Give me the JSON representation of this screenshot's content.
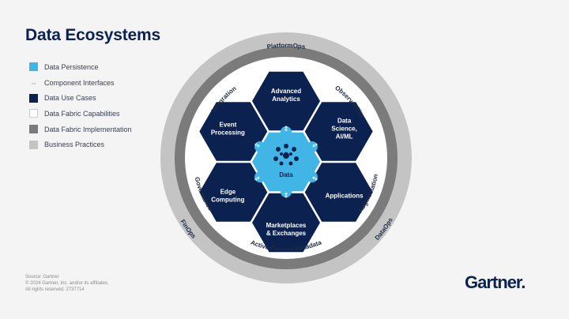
{
  "title": "Data Ecosystems",
  "legend": [
    {
      "label": "Data Persistence",
      "color": "#41b6e6",
      "icon": "square"
    },
    {
      "label": "Component Interfaces",
      "color": "#999999",
      "icon": "double-arrow"
    },
    {
      "label": "Data Use Cases",
      "color": "#0b2250",
      "icon": "square"
    },
    {
      "label": "Data Fabric Capabilities",
      "color": "#ffffff",
      "icon": "square"
    },
    {
      "label": "Data Fabric Implementation",
      "color": "#7b7b7b",
      "icon": "square"
    },
    {
      "label": "Business Practices",
      "color": "#c4c4c4",
      "icon": "square"
    }
  ],
  "diagram": {
    "center": "Data",
    "use_cases": [
      "Advanced Analytics",
      "Data Science, AI/ML",
      "Applications",
      "Marketplaces & Exchanges",
      "Edge Computing",
      "Event Processing"
    ],
    "capabilities": [
      "Integration",
      "Observability",
      "Governance",
      "Active/Passive Metadata",
      "Augmentation"
    ],
    "business_practices": [
      "PlatformOps",
      "FinOps",
      "DataOps"
    ]
  },
  "footer": {
    "source": "Source: Gartner",
    "copyright": "© 2024 Gartner, Inc. and/or its affiliates.",
    "rights": "All rights reserved. 2737714",
    "logo": "Gartner."
  }
}
